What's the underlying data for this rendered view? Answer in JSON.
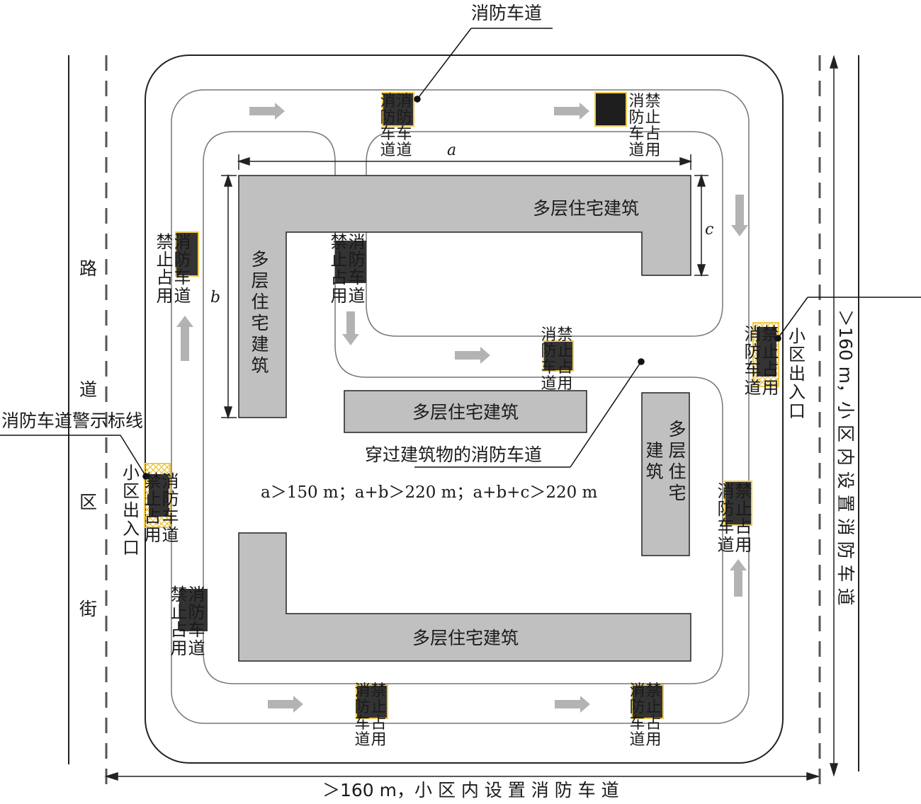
{
  "labels": {
    "fire_lane_top": "消防车道",
    "warning_line": "消防车道警示标线",
    "through_building": "穿过建筑物的消防车道",
    "formula": "a＞150 m；a+b＞220 m；a+b+c＞220 m",
    "bottom_dim": "＞160 m，小 区 内 设 置 消 防 车 道",
    "right_dim": "＞160 m，小 区 内 设 置 消 防 车 道",
    "street": [
      "街",
      "区",
      "道",
      "路"
    ],
    "entrance_left": "小区出入口",
    "entrance_right": "小区出入口"
  },
  "buildings": {
    "top": "多层住宅建筑",
    "left": "多层住宅建筑",
    "middle": "多层住宅建筑",
    "right": "多层住宅建筑",
    "bottom": "多层住宅建筑"
  },
  "dimensions": {
    "a": "a",
    "b": "b",
    "c": "c"
  },
  "sign": {
    "col1": "消防车道",
    "col2": "禁止占用",
    "alt_a": [
      "禁止",
      "占用"
    ],
    "alt_b": [
      "消防",
      "车道"
    ]
  },
  "colors": {
    "building": "#c0c0c0",
    "sign_block": "#333333",
    "warning_hatch": "#f5d24a",
    "arrow": "#b3b3b3",
    "road_line": "#555555"
  }
}
